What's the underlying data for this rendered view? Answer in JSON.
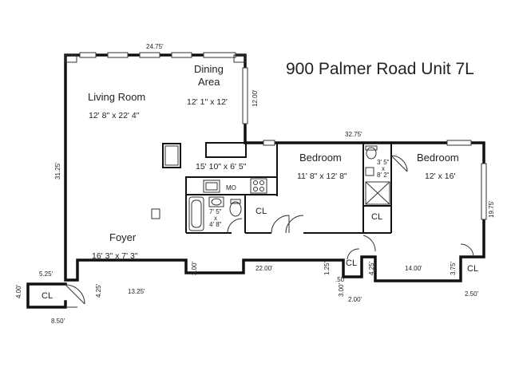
{
  "title": "900 Palmer Road Unit 7L",
  "rooms": {
    "living": {
      "name": "Living Room",
      "size": "12' 8\" x 22' 4\""
    },
    "dining": {
      "name_1": "Dining",
      "name_2": "Area",
      "size": "12' 1\" x 12'"
    },
    "kitchen": {
      "size": "15' 10\" x 6' 5\""
    },
    "bedroom1": {
      "name": "Bedroom",
      "size": "11' 8\" x 12' 8\""
    },
    "bedroom2": {
      "name": "Bedroom",
      "size": "12' x 16'"
    },
    "foyer": {
      "name": "Foyer",
      "size": "16' 3\" x 7' 3\""
    },
    "bath1": {
      "w": "7' 5\"",
      "x": "x",
      "h": "4' 8\""
    },
    "bath2": {
      "w": "3' 5\"",
      "x": "x",
      "h": "8' 2\""
    }
  },
  "closets": {
    "cl1": "CL",
    "cl2": "CL",
    "cl3": "CL",
    "cl4": "CL",
    "cl5": "CL"
  },
  "kitchen_labels": {
    "microwave": "MO"
  },
  "dimensions": {
    "top_width": "24.75'",
    "dining_height": "12.00'",
    "right_width": "32.75'",
    "left_height": "31.25'",
    "right_height": "19.75'",
    "left_small_width": "5.25'",
    "left_small_height": "4.00'",
    "bottom_left_width": "8.50'",
    "left_step": "4.25'",
    "bottom_13": "13.25'",
    "step_3a": "3.00'",
    "bottom_22": "22.00'",
    "step_125": "1.25'",
    "step_050": ".50'",
    "step_3b": "3.00'",
    "bottom_2": "2.00'",
    "step_425": "4.25'",
    "bottom_14": "14.00'",
    "step_375": "3.75'",
    "bottom_250": "2.50'"
  }
}
